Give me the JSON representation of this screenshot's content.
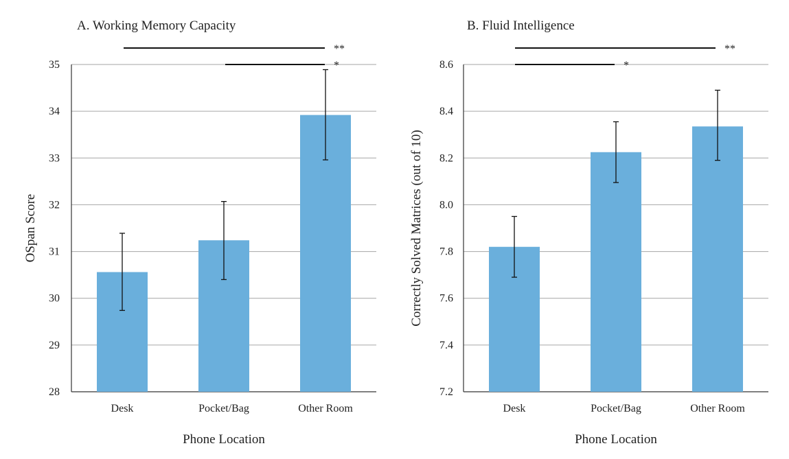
{
  "colors": {
    "bar": "#6aafdc",
    "grid": "#a6a6a6",
    "axis": "#333333",
    "error": "#111111",
    "bracket": "#111111"
  },
  "chart_data": [
    {
      "type": "bar",
      "title": "A. Working Memory Capacity",
      "xlabel": "Phone Location",
      "ylabel": "OSpan Score",
      "categories": [
        "Desk",
        "Pocket/Bag",
        "Other Room"
      ],
      "values": [
        30.56,
        31.24,
        33.92
      ],
      "error_low": [
        29.74,
        30.4,
        32.96
      ],
      "error_high": [
        31.39,
        32.07,
        34.89
      ],
      "ylim": [
        28,
        35
      ],
      "yticks": [
        "28",
        "29",
        "30",
        "31",
        "32",
        "33",
        "34",
        "35"
      ],
      "grid": true,
      "significance": [
        {
          "from": 0,
          "to": 2,
          "label": "**"
        },
        {
          "from": 1,
          "to": 2,
          "label": "*"
        }
      ]
    },
    {
      "type": "bar",
      "title": "B. Fluid Intelligence",
      "xlabel": "Phone Location",
      "ylabel": "Correctly Solved Matrices (out of 10)",
      "categories": [
        "Desk",
        "Pocket/Bag",
        "Other Room"
      ],
      "values": [
        7.82,
        8.225,
        8.335
      ],
      "error_low": [
        7.69,
        8.095,
        8.19
      ],
      "error_high": [
        7.95,
        8.355,
        8.49
      ],
      "ylim": [
        7.2,
        8.6
      ],
      "yticks": [
        "7.2",
        "7.4",
        "7.6",
        "7.8",
        "8.0",
        "8.2",
        "8.4",
        "8.6"
      ],
      "grid": true,
      "significance": [
        {
          "from": 0,
          "to": 2,
          "label": "**"
        },
        {
          "from": 0,
          "to": 1,
          "label": "*"
        }
      ]
    }
  ]
}
